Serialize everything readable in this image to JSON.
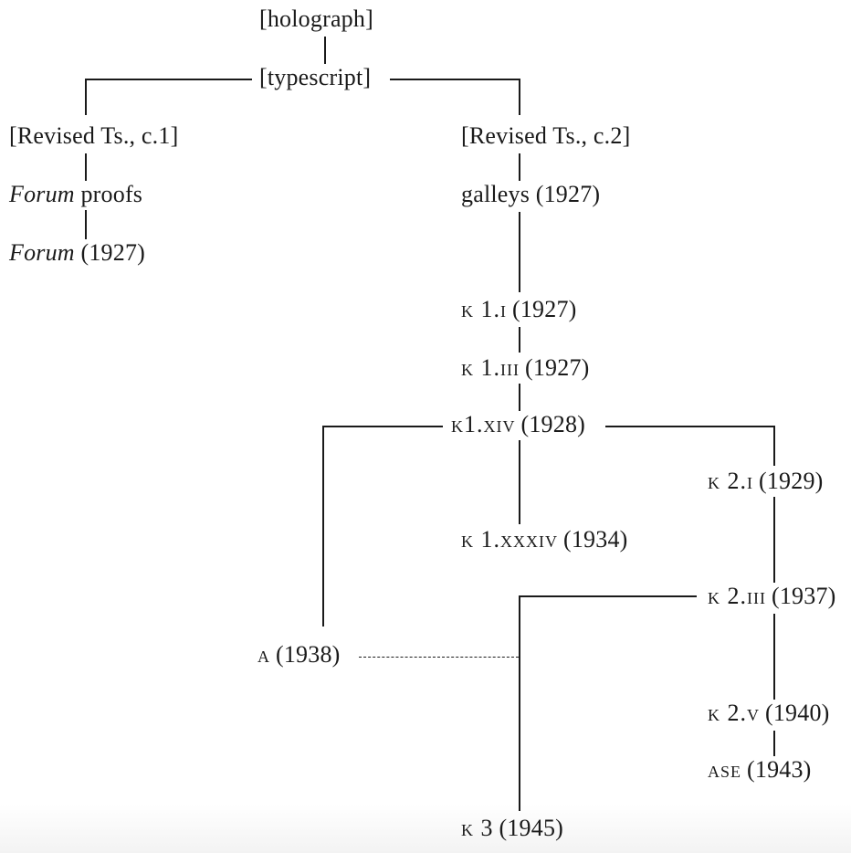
{
  "nodes": {
    "holograph": "[holograph]",
    "typescript": "[typescript]",
    "revised_c1": "[Revised Ts., c.1]",
    "revised_c2": "[Revised Ts., c.2]",
    "forum_proofs": {
      "italic": "Forum",
      "rest": "proofs"
    },
    "forum_1927": {
      "italic": "Forum",
      "rest": "(1927)"
    },
    "galleys": "galleys (1927)",
    "k1_i": {
      "siglum": "K 1.i",
      "date": "(1927)"
    },
    "k1_iii": {
      "siglum": "K 1.iii",
      "date": "(1927)"
    },
    "k1_xiv": {
      "siglum": "K1.xiv",
      "date": "(1928)"
    },
    "k1_xxxiv": {
      "siglum": "K 1.xxxiv",
      "date": "(1934)"
    },
    "k2_i": {
      "siglum": "K 2.i",
      "date": "(1929)"
    },
    "k2_iii": {
      "siglum": "K 2.iii",
      "date": "(1937)"
    },
    "a_1938": {
      "siglum": "A",
      "date": "(1938)"
    },
    "k2_v": {
      "siglum": "K 2.v",
      "date": "(1940)"
    },
    "ase": {
      "siglum": "ASE",
      "date": "(1943)"
    },
    "k3": {
      "siglum": "K 3",
      "date": "(1945)"
    }
  }
}
